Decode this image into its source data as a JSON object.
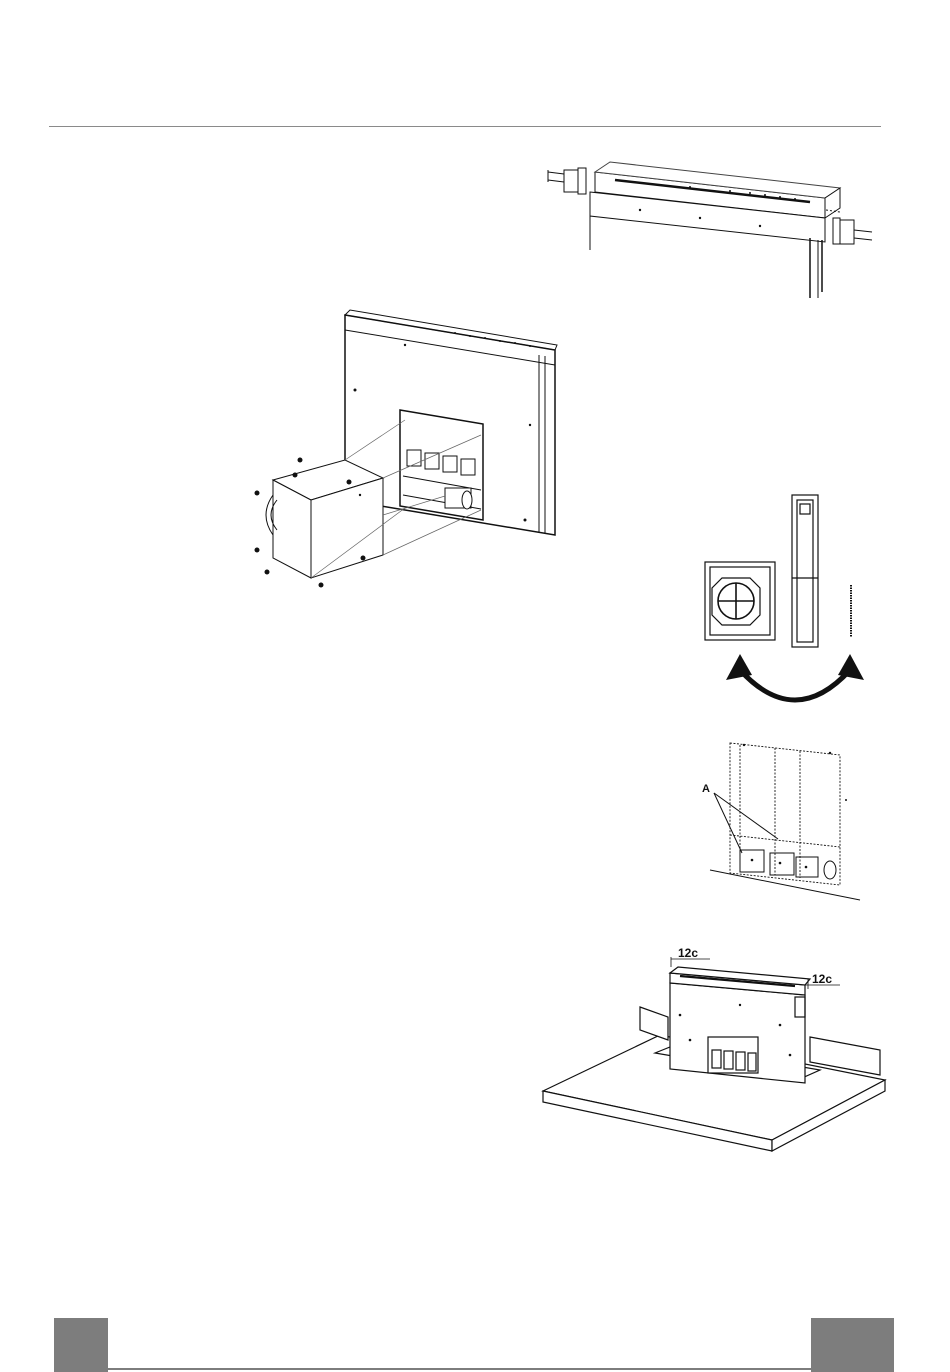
{
  "page": {
    "header_rule": true
  },
  "figures": {
    "rail": {
      "name": "rail-bracket-figure"
    },
    "motor": {
      "name": "motor-unit-figure"
    },
    "conversion": {
      "name": "filter-conversion-figure"
    },
    "detail_a": {
      "label": "A"
    },
    "install": {
      "left_label": "12c",
      "right_label": "12c"
    }
  },
  "footer": {
    "left_tab_color": "#7d7d7d",
    "right_tab_color": "#7d7d7d"
  }
}
